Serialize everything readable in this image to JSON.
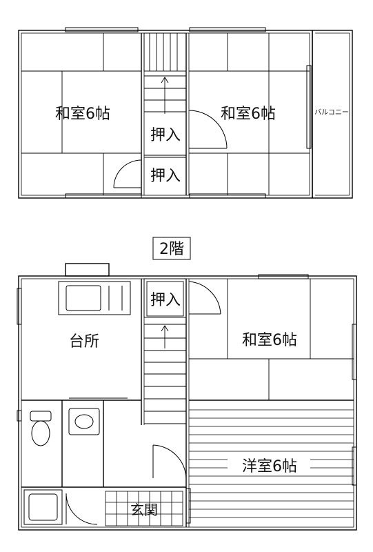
{
  "floor_label": "2階",
  "upper_floor": {
    "west_room": "和室6帖",
    "east_room": "和室6帖",
    "closet_top": "押入",
    "closet_bottom": "押入",
    "balcony": "バルコニー"
  },
  "lower_floor": {
    "kitchen": "台所",
    "closet": "押入",
    "japanese_room": "和室6帖",
    "western_room": "洋室6帖",
    "entrance": "玄関"
  }
}
